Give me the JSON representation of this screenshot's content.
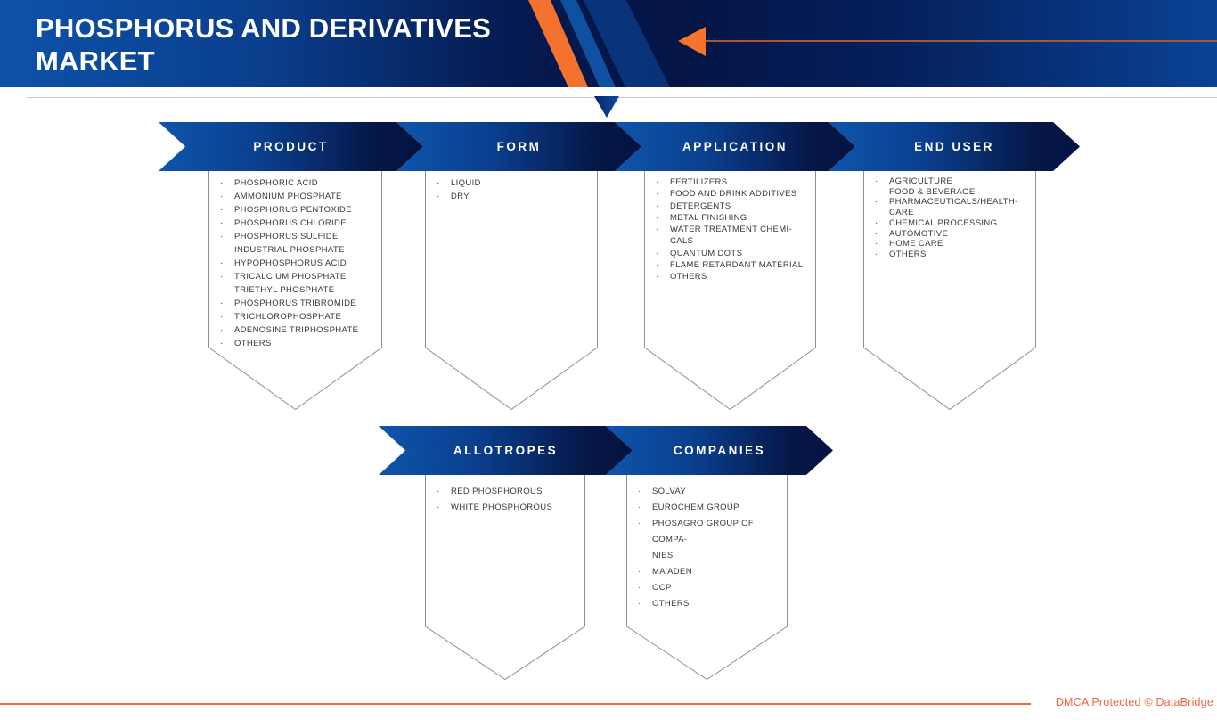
{
  "header": {
    "title_line1": "PHOSPHORUS AND DERIVATIVES",
    "title_line2": "MARKET"
  },
  "segments": [
    {
      "id": "product",
      "title": "PRODUCT",
      "items": [
        "PHOSPHORIC ACID",
        "AMMONIUM PHOSPHATE",
        "PHOSPHORUS PENTOXIDE",
        "PHOSPHORUS CHLORIDE",
        "PHOSPHORUS SULFIDE",
        "INDUSTRIAL PHOSPHATE",
        "HYPOPHOSPHORUS ACID",
        "TRICALCIUM PHOSPHATE",
        "TRIETHYL PHOSPHATE",
        "PHOSPHORUS TRIBROMIDE",
        "TRICHLOROPHOSPHATE",
        "ADENOSINE TRIPHOSPHATE",
        "OTHERS"
      ]
    },
    {
      "id": "form",
      "title": "FORM",
      "items": [
        "LIQUID",
        "DRY"
      ]
    },
    {
      "id": "application",
      "title": "APPLICATION",
      "items": [
        "FERTILIZERS",
        "FOOD AND DRINK ADDITIVES",
        "DETERGENTS",
        "METAL FINISHING",
        "WATER TREATMENT CHEMI-\nCALS",
        "QUANTUM DOTS",
        "FLAME RETARDANT MATERIAL",
        "OTHERS"
      ]
    },
    {
      "id": "end-user",
      "title": "END USER",
      "items": [
        "AGRICULTURE",
        "FOOD & BEVERAGE",
        "PHARMACEUTICALS/HEALTH-\nCARE",
        "CHEMICAL PROCESSING",
        "AUTOMOTIVE",
        "HOME CARE",
        "OTHERS"
      ]
    },
    {
      "id": "allotropes",
      "title": "ALLOTROPES",
      "items": [
        "RED PHOSPHOROUS",
        "WHITE PHOSPHOROUS"
      ]
    },
    {
      "id": "companies",
      "title": "COMPANIES",
      "items": [
        "SOLVAY",
        "EUROCHEM GROUP",
        "PHOSAGRO GROUP OF COMPA-\nNIES",
        "MA'ADEN",
        "OCP",
        "OTHERS"
      ]
    }
  ],
  "footer": {
    "dmca_text": "DMCA Protected © DataBridge"
  },
  "colors": {
    "banner_blue": "#0D52A9",
    "banner_navy": "#041445",
    "accent_orange": "#F5742C",
    "footer_orange": "#F2653C",
    "chevron_light": "#0E55AC",
    "chevron_dark": "#041341",
    "box_border": "#8F8F8F",
    "list_text": "#37383A"
  }
}
